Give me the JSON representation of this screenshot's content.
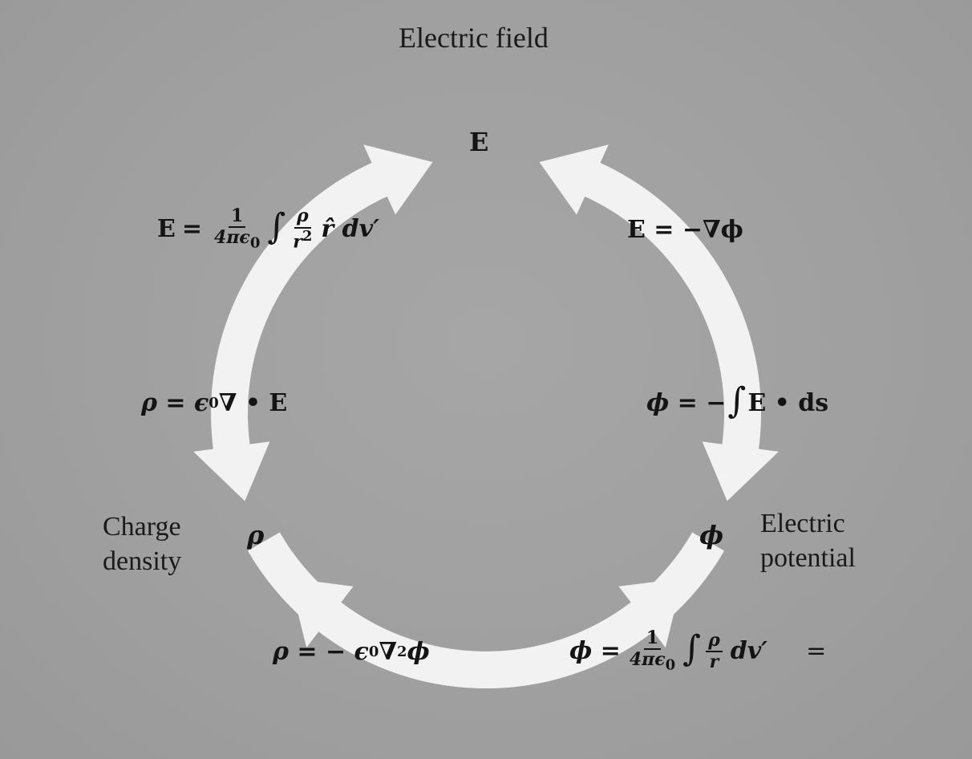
{
  "labels": {
    "electric_field_title": "Electric field",
    "charge_density_line1": "Charge",
    "charge_density_line2": "density",
    "electric_potential_line1": "Electric",
    "electric_potential_line2": "potential"
  },
  "symbols": {
    "field": "E",
    "charge": "ρ",
    "potential": "ϕ"
  },
  "equations": {
    "e_from_rho": {
      "lhs": "E",
      "equals": "=",
      "frac_num": "1",
      "frac_den": "4πϵ",
      "frac_den_sub": "0",
      "integral": "∫",
      "frac2_num": "ρ",
      "frac2_den": "r",
      "frac2_den_sup": "2",
      "tail": "r̂ dv′"
    },
    "e_from_phi": {
      "text": "E = −∇ϕ"
    },
    "rho_from_e": {
      "lhs": "ρ = ϵ",
      "sub": "0",
      "rhs": " ∇ • E"
    },
    "phi_from_e": {
      "lhs": "ϕ = −",
      "integral": "∫",
      "rhs": "E • ds"
    },
    "rho_from_phi": {
      "lhs": "ρ = − ϵ",
      "sub": "0",
      "mid": "∇",
      "sup": "2",
      "rhs": "ϕ"
    },
    "phi_from_rho": {
      "lhs": "ϕ =",
      "frac_num": "1",
      "frac_den": "4πϵ",
      "frac_den_sub": "0",
      "integral": "∫",
      "frac2_num": "ρ",
      "frac2_den": "r",
      "tail": "dv′",
      "trailing": "="
    }
  },
  "colors": {
    "background": "#a0a0a0",
    "arrow": "#f2f2f2",
    "text": "#141414"
  }
}
